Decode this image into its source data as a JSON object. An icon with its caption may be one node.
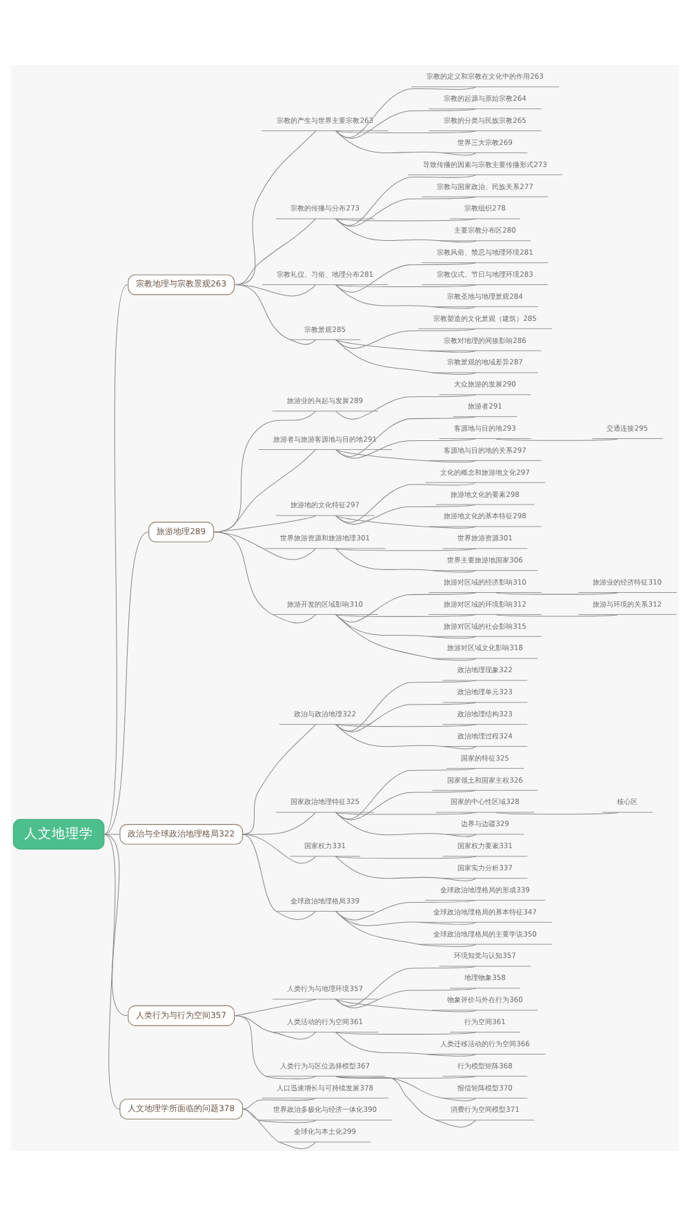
{
  "diagram": {
    "nodes": [
      {
        "text": [
          "人文地理学"
        ]
      },
      {
        "text": [
          "宗教地理与宗教景观263"
        ]
      },
      {
        "text": [
          "宗教的产生与世界主要宗教263"
        ]
      },
      {
        "text": [
          "宗教的定义和宗教在文化中的作用263"
        ]
      },
      {
        "text": [
          "宗教的起源与原始宗教264"
        ]
      },
      {
        "text": [
          "宗教的分类与民族宗教265"
        ]
      },
      {
        "text": [
          "世界三大宗教269"
        ]
      },
      {
        "text": [
          "宗教的传播与分布273"
        ]
      },
      {
        "text": [
          "导致传播的因素与宗教主要传播形式273"
        ]
      },
      {
        "text": [
          "宗教与国家政治、民族关系277"
        ]
      },
      {
        "text": [
          "宗教组织278"
        ]
      },
      {
        "text": [
          "主要宗教分布区280"
        ]
      },
      {
        "text": [
          "宗教礼仪、习俗、地理分布281"
        ]
      },
      {
        "text": [
          "宗教风俗、禁忌与地理环境281"
        ]
      },
      {
        "text": [
          "宗教仪式、节日与地理环境283"
        ]
      },
      {
        "text": [
          "宗教圣地与地理景观284"
        ]
      },
      {
        "text": [
          "宗教景观285"
        ]
      },
      {
        "text": [
          "宗教塑造的文化景观（建筑）285"
        ]
      },
      {
        "text": [
          "宗教对地理的间接影响286"
        ]
      },
      {
        "text": [
          "宗教景观的地域差异287"
        ]
      },
      {
        "text": [
          "旅游地理289"
        ]
      },
      {
        "text": [
          "旅游业的兴起与发展289"
        ]
      },
      {
        "text": [
          "大众旅游的发展290"
        ]
      },
      {
        "text": [
          "旅游者与旅游客源地与目的地291"
        ]
      },
      {
        "text": [
          "旅游者291"
        ]
      },
      {
        "text": [
          "客源地与目的地293"
        ]
      },
      {
        "text": [
          "交通连接295"
        ]
      },
      {
        "text": [
          "客源地与目的地的关系297"
        ]
      },
      {
        "text": [
          "旅游地的文化特征297"
        ]
      },
      {
        "text": [
          "文化的概念和旅游地文化297"
        ]
      },
      {
        "text": [
          "旅游地文化的要素298"
        ]
      },
      {
        "text": [
          "旅游地文化的基本特征298"
        ]
      },
      {
        "text": [
          "世界旅游资源和旅游地理301"
        ]
      },
      {
        "text": [
          "世界旅游资源301"
        ]
      },
      {
        "text": [
          "世界主要旅游地国家306"
        ]
      },
      {
        "text": [
          "旅游开发的区域影响310"
        ]
      },
      {
        "text": [
          "旅游对区域的经济影响310"
        ]
      },
      {
        "text": [
          "旅游业的经济特征310"
        ]
      },
      {
        "text": [
          "旅游对区域的环境影响312"
        ]
      },
      {
        "text": [
          "旅游与环境的关系312"
        ]
      },
      {
        "text": [
          "旅游对区域的社会影响315"
        ]
      },
      {
        "text": [
          "旅游对区域文化影响318"
        ]
      },
      {
        "text": [
          "政治与全球政治地理格局322"
        ]
      },
      {
        "text": [
          "政治与政治地理322"
        ]
      },
      {
        "text": [
          "政治地理现象322"
        ]
      },
      {
        "text": [
          "政治地理单元323"
        ]
      },
      {
        "text": [
          "政治地理结构323"
        ]
      },
      {
        "text": [
          "政治地理过程324"
        ]
      },
      {
        "text": [
          "国家政治地理特征325"
        ]
      },
      {
        "text": [
          "国家的特征325"
        ]
      },
      {
        "text": [
          "国家领土和国家主权326"
        ]
      },
      {
        "text": [
          "国家的中心性区域328"
        ]
      },
      {
        "text": [
          "核心区"
        ]
      },
      {
        "text": [
          "边界与边疆329"
        ]
      },
      {
        "text": [
          "国家权力331"
        ]
      },
      {
        "text": [
          "国家权力要素331"
        ]
      },
      {
        "text": [
          "国家实力分析337"
        ]
      },
      {
        "text": [
          "全球政治地理格局339"
        ]
      },
      {
        "text": [
          "全球政治地理格局的形成339"
        ]
      },
      {
        "text": [
          "全球政治地理格局的基本特征347"
        ]
      },
      {
        "text": [
          "全球政治地理格局的主要学说350"
        ]
      },
      {
        "text": [
          "人类行为与行为空间357"
        ]
      },
      {
        "text": [
          "人类行为与地理环境357"
        ]
      },
      {
        "text": [
          "环境知觉与认知357"
        ]
      },
      {
        "text": [
          "地理物象358"
        ]
      },
      {
        "text": [
          "物象评价与外在行为360"
        ]
      },
      {
        "text": [
          "人类活动的行为空间361"
        ]
      },
      {
        "text": [
          "行为空间361"
        ]
      },
      {
        "text": [
          "人类迁移活动的行为空间366"
        ]
      },
      {
        "text": [
          "人类行为与区位选择模型367"
        ]
      },
      {
        "text": [
          "行为模型矩阵368"
        ]
      },
      {
        "text": [
          "报偿矩阵模型370"
        ]
      },
      {
        "text": [
          "消费行为空间模型371"
        ]
      },
      {
        "text": [
          "人文地理学所面临的问题378"
        ]
      },
      {
        "text": [
          "人口迅速增长与可持续发展378"
        ]
      },
      {
        "text": [
          "世界政治多极化与经济一体化390"
        ]
      },
      {
        "text": [
          "全球化与本土化299"
        ]
      }
    ],
    "edges": [
      {
        "from": 0,
        "to": 1,
        "arrow": "none"
      },
      {
        "from": 1,
        "to": 2,
        "arrow": "none"
      },
      {
        "from": 2,
        "to": 3,
        "arrow": "none"
      },
      {
        "from": 2,
        "to": 4,
        "arrow": "none"
      },
      {
        "from": 2,
        "to": 5,
        "arrow": "none"
      },
      {
        "from": 2,
        "to": 6,
        "arrow": "none"
      },
      {
        "from": 1,
        "to": 7,
        "arrow": "none"
      },
      {
        "from": 7,
        "to": 8,
        "arrow": "none"
      },
      {
        "from": 7,
        "to": 9,
        "arrow": "none"
      },
      {
        "from": 7,
        "to": 10,
        "arrow": "none"
      },
      {
        "from": 7,
        "to": 11,
        "arrow": "none"
      },
      {
        "from": 1,
        "to": 12,
        "arrow": "none"
      },
      {
        "from": 12,
        "to": 13,
        "arrow": "none"
      },
      {
        "from": 12,
        "to": 14,
        "arrow": "none"
      },
      {
        "from": 12,
        "to": 15,
        "arrow": "none"
      },
      {
        "from": 1,
        "to": 16,
        "arrow": "none"
      },
      {
        "from": 16,
        "to": 17,
        "arrow": "none"
      },
      {
        "from": 16,
        "to": 18,
        "arrow": "none"
      },
      {
        "from": 16,
        "to": 19,
        "arrow": "none"
      },
      {
        "from": 0,
        "to": 20,
        "arrow": "none"
      },
      {
        "from": 20,
        "to": 21,
        "arrow": "none"
      },
      {
        "from": 21,
        "to": 22,
        "arrow": "none"
      },
      {
        "from": 20,
        "to": 23,
        "arrow": "none"
      },
      {
        "from": 23,
        "to": 24,
        "arrow": "none"
      },
      {
        "from": 23,
        "to": 25,
        "arrow": "none"
      },
      {
        "from": 25,
        "to": 26,
        "arrow": "none"
      },
      {
        "from": 23,
        "to": 27,
        "arrow": "none"
      },
      {
        "from": 20,
        "to": 28,
        "arrow": "none"
      },
      {
        "from": 28,
        "to": 29,
        "arrow": "none"
      },
      {
        "from": 28,
        "to": 30,
        "arrow": "none"
      },
      {
        "from": 28,
        "to": 31,
        "arrow": "none"
      },
      {
        "from": 20,
        "to": 32,
        "arrow": "none"
      },
      {
        "from": 32,
        "to": 33,
        "arrow": "none"
      },
      {
        "from": 32,
        "to": 34,
        "arrow": "none"
      },
      {
        "from": 20,
        "to": 35,
        "arrow": "none"
      },
      {
        "from": 35,
        "to": 36,
        "arrow": "none"
      },
      {
        "from": 36,
        "to": 37,
        "arrow": "none"
      },
      {
        "from": 35,
        "to": 38,
        "arrow": "none"
      },
      {
        "from": 38,
        "to": 39,
        "arrow": "none"
      },
      {
        "from": 35,
        "to": 40,
        "arrow": "none"
      },
      {
        "from": 35,
        "to": 41,
        "arrow": "none"
      },
      {
        "from": 0,
        "to": 42,
        "arrow": "none"
      },
      {
        "from": 42,
        "to": 43,
        "arrow": "none"
      },
      {
        "from": 43,
        "to": 44,
        "arrow": "none"
      },
      {
        "from": 43,
        "to": 45,
        "arrow": "none"
      },
      {
        "from": 43,
        "to": 46,
        "arrow": "none"
      },
      {
        "from": 43,
        "to": 47,
        "arrow": "none"
      },
      {
        "from": 42,
        "to": 48,
        "arrow": "none"
      },
      {
        "from": 48,
        "to": 49,
        "arrow": "none"
      },
      {
        "from": 48,
        "to": 50,
        "arrow": "none"
      },
      {
        "from": 48,
        "to": 51,
        "arrow": "none"
      },
      {
        "from": 51,
        "to": 52,
        "arrow": "none"
      },
      {
        "from": 48,
        "to": 53,
        "arrow": "none"
      },
      {
        "from": 42,
        "to": 54,
        "arrow": "none"
      },
      {
        "from": 54,
        "to": 55,
        "arrow": "none"
      },
      {
        "from": 54,
        "to": 56,
        "arrow": "none"
      },
      {
        "from": 42,
        "to": 57,
        "arrow": "none"
      },
      {
        "from": 57,
        "to": 58,
        "arrow": "none"
      },
      {
        "from": 57,
        "to": 59,
        "arrow": "none"
      },
      {
        "from": 57,
        "to": 60,
        "arrow": "none"
      },
      {
        "from": 0,
        "to": 61,
        "arrow": "none"
      },
      {
        "from": 61,
        "to": 62,
        "arrow": "none"
      },
      {
        "from": 62,
        "to": 63,
        "arrow": "none"
      },
      {
        "from": 62,
        "to": 64,
        "arrow": "none"
      },
      {
        "from": 62,
        "to": 65,
        "arrow": "none"
      },
      {
        "from": 61,
        "to": 66,
        "arrow": "none"
      },
      {
        "from": 66,
        "to": 67,
        "arrow": "none"
      },
      {
        "from": 66,
        "to": 68,
        "arrow": "none"
      },
      {
        "from": 61,
        "to": 69,
        "arrow": "none"
      },
      {
        "from": 69,
        "to": 70,
        "arrow": "none"
      },
      {
        "from": 69,
        "to": 71,
        "arrow": "none"
      },
      {
        "from": 69,
        "to": 72,
        "arrow": "none"
      },
      {
        "from": 0,
        "to": 73,
        "arrow": "none"
      },
      {
        "from": 73,
        "to": 74,
        "arrow": "none"
      },
      {
        "from": 73,
        "to": 75,
        "arrow": "none"
      },
      {
        "from": 73,
        "to": 76,
        "arrow": "none"
      }
    ]
  }
}
